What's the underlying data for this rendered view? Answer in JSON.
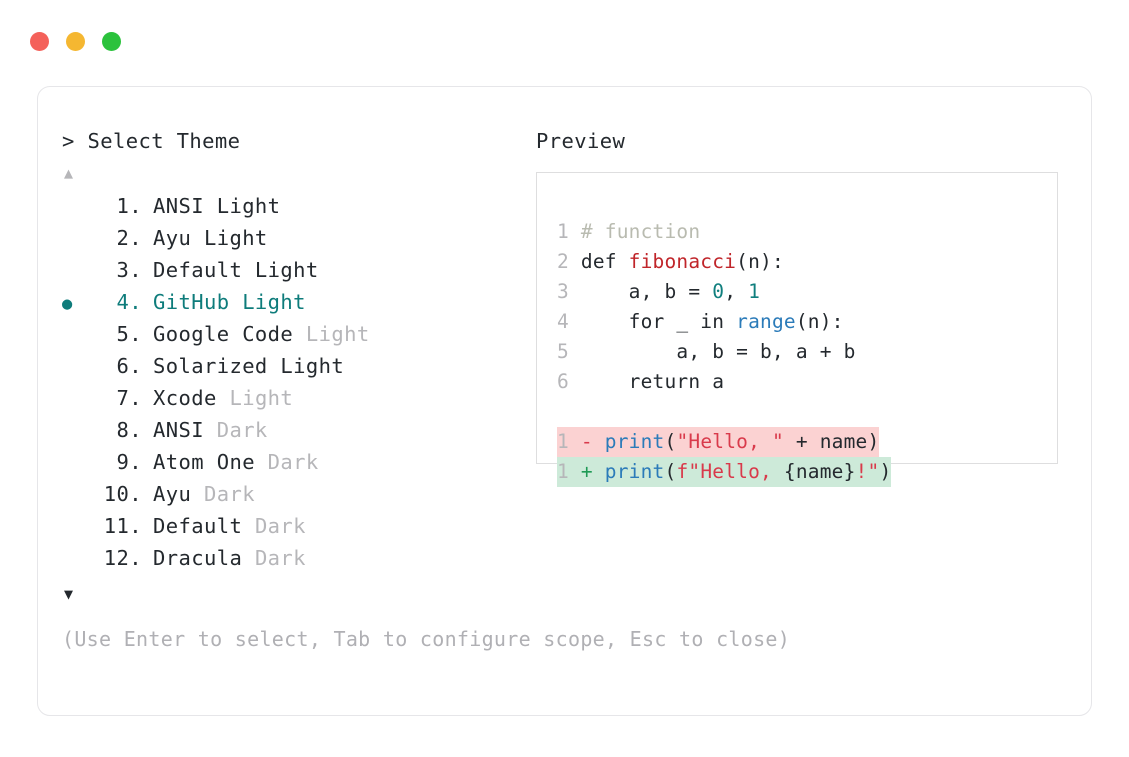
{
  "window": {
    "dots": [
      {
        "name": "close-dot",
        "color": "#f4615a"
      },
      {
        "name": "minimize-dot",
        "color": "#f5b731"
      },
      {
        "name": "maximize-dot",
        "color": "#2bc23c"
      }
    ]
  },
  "accent_color": "#0e7c7b",
  "left": {
    "prompt": "> Select Theme",
    "scroll_up": "▲",
    "scroll_down": "▼",
    "selected_index": 4,
    "bullet": "●",
    "items": [
      {
        "num": " 1.",
        "name": "ANSI Light",
        "variant": "",
        "selected": false
      },
      {
        "num": " 2.",
        "name": "Ayu Light",
        "variant": "",
        "selected": false
      },
      {
        "num": " 3.",
        "name": "Default Light",
        "variant": "",
        "selected": false
      },
      {
        "num": " 4.",
        "name": "GitHub Light",
        "variant": "",
        "selected": true
      },
      {
        "num": " 5.",
        "name": "Google Code",
        "variant": " Light",
        "selected": false
      },
      {
        "num": " 6.",
        "name": "Solarized Light",
        "variant": "",
        "selected": false
      },
      {
        "num": " 7.",
        "name": "Xcode",
        "variant": " Light",
        "selected": false
      },
      {
        "num": " 8.",
        "name": "ANSI",
        "variant": " Dark",
        "selected": false
      },
      {
        "num": " 9.",
        "name": "Atom One",
        "variant": " Dark",
        "selected": false
      },
      {
        "num": "10.",
        "name": "Ayu",
        "variant": " Dark",
        "selected": false
      },
      {
        "num": "11.",
        "name": "Default",
        "variant": " Dark",
        "selected": false
      },
      {
        "num": "12.",
        "name": "Dracula",
        "variant": " Dark",
        "selected": false
      }
    ]
  },
  "footer": {
    "hint": "(Use Enter to select, Tab to configure scope, Esc to close)"
  },
  "right": {
    "label": "Preview",
    "code": {
      "lines": [
        {
          "ln": "1",
          "tokens": [
            {
              "t": " # function",
              "c": "comment"
            }
          ]
        },
        {
          "ln": "2",
          "tokens": [
            {
              "t": " def ",
              "c": "keyword"
            },
            {
              "t": "fibonacci",
              "c": "func"
            },
            {
              "t": "(n):",
              "c": "plain"
            }
          ]
        },
        {
          "ln": "3",
          "tokens": [
            {
              "t": "     a, b = ",
              "c": "plain"
            },
            {
              "t": "0",
              "c": "number"
            },
            {
              "t": ", ",
              "c": "plain"
            },
            {
              "t": "1",
              "c": "number"
            }
          ]
        },
        {
          "ln": "4",
          "tokens": [
            {
              "t": "     for _ in ",
              "c": "plain"
            },
            {
              "t": "range",
              "c": "builtin"
            },
            {
              "t": "(n):",
              "c": "plain"
            }
          ]
        },
        {
          "ln": "5",
          "tokens": [
            {
              "t": "         a, b = b, a + b",
              "c": "plain"
            }
          ]
        },
        {
          "ln": "6",
          "tokens": [
            {
              "t": "     return a",
              "c": "plain"
            }
          ]
        }
      ],
      "diff": [
        {
          "ln": "1",
          "marker": " - ",
          "kind": "del",
          "tokens": [
            {
              "t": "print",
              "c": "builtin"
            },
            {
              "t": "(",
              "c": "plain"
            },
            {
              "t": "\"Hello, \"",
              "c": "string"
            },
            {
              "t": " + name)",
              "c": "plain"
            }
          ]
        },
        {
          "ln": "1",
          "marker": " + ",
          "kind": "add",
          "tokens": [
            {
              "t": "print",
              "c": "builtin"
            },
            {
              "t": "(",
              "c": "plain"
            },
            {
              "t": "f\"Hello, ",
              "c": "string"
            },
            {
              "t": "{name}",
              "c": "plain"
            },
            {
              "t": "!\"",
              "c": "string"
            },
            {
              "t": ")",
              "c": "plain"
            }
          ]
        }
      ]
    }
  }
}
